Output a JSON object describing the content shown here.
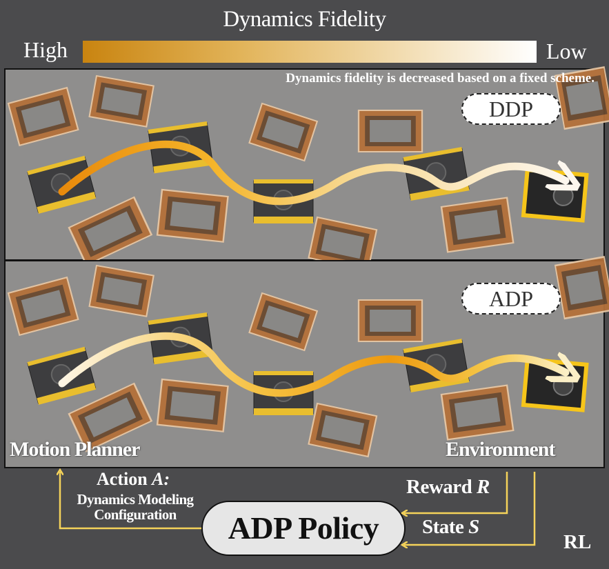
{
  "header": {
    "title": "Dynamics Fidelity",
    "high_label": "High",
    "low_label": "Low",
    "gradient_colors": [
      "#c98410",
      "#ffffff"
    ]
  },
  "note": "Dynamics fidelity is decreased based on a fixed scheme.",
  "panels": {
    "top_badge": "DDP",
    "bottom_badge": "ADP"
  },
  "labels": {
    "motion_planner": "Motion Planner",
    "environment": "Environment",
    "action_prefix": "Action ",
    "action_var": "A:",
    "action_detail": "Dynamics Modeling Configuration",
    "reward_prefix": "Reward ",
    "reward_var": "R",
    "state_prefix": "State ",
    "state_var": "S",
    "policy": "ADP Policy",
    "rl": "RL"
  },
  "colors": {
    "background": "#4b4b4d",
    "arrow": "#f5d35a",
    "floor": "#8f8e8d",
    "box": "#b5713a",
    "robot_body": "#3b3b3b",
    "robot_accent": "#f6c51a"
  }
}
